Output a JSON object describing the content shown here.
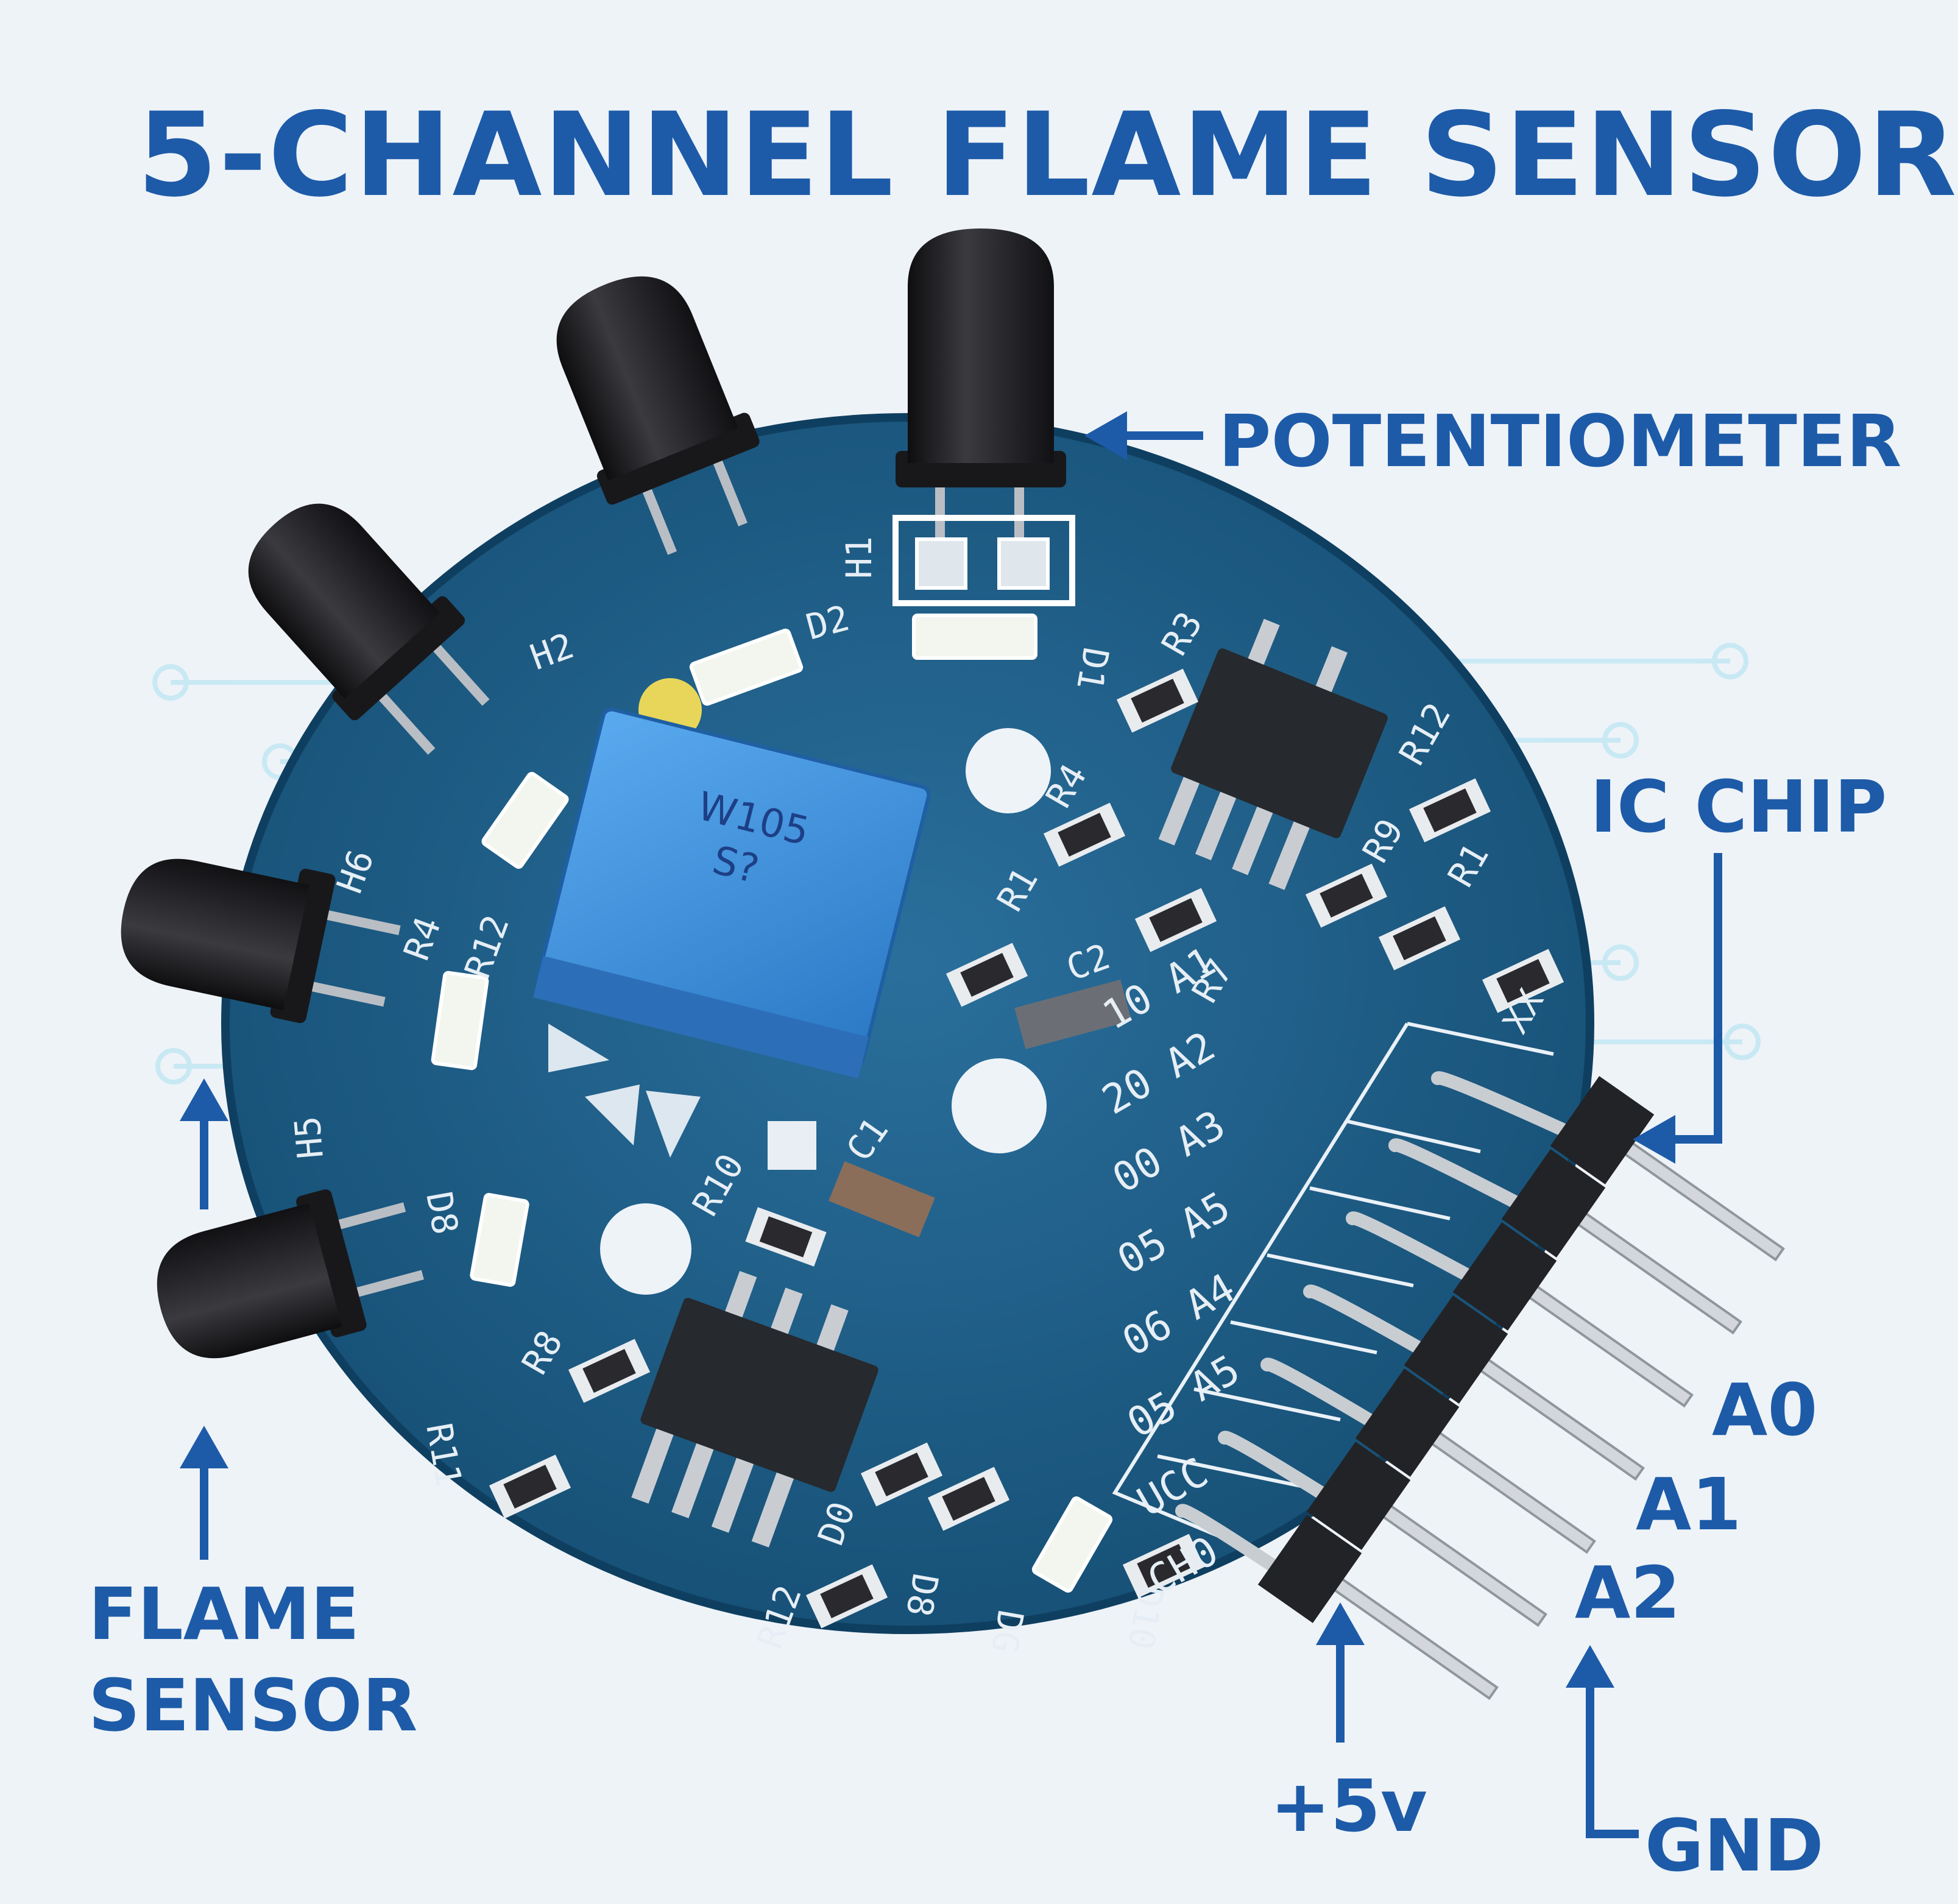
{
  "title": "5-CHANNEL FLAME SENSOR",
  "callouts": {
    "potentiometer": "POTENTIOMETER",
    "ic_chip": "IC CHIP",
    "flame_sensor_line1": "FLAME",
    "flame_sensor_line2": "SENSOR",
    "a0": "A0",
    "a1": "A1",
    "a2": "A2",
    "plus5v": "+5v",
    "gnd": "GND"
  },
  "potentiometer_marking": [
    "W105",
    "S?"
  ],
  "silkscreen": {
    "flame_labels": [
      "H1",
      "H2",
      "H6",
      "H5"
    ],
    "parts": [
      "D1",
      "D2",
      "R3",
      "R4",
      "R12",
      "R9",
      "R1",
      "R7",
      "R1",
      "R4",
      "R12",
      "R10",
      "C1",
      "R8",
      "D8",
      "C2",
      "R11",
      "R12",
      "D0",
      "D8",
      "DG",
      "D10",
      "XX"
    ],
    "pin_labels": [
      "10 A1",
      "20 A2",
      "00 A3",
      "05 A5",
      "06 A4",
      "05 A5",
      "UCC",
      "CH0"
    ]
  },
  "colors": {
    "label_blue": "#1d5ba8",
    "pcb_blue": "#1c5b87",
    "sensor_black": "#1f1f22",
    "pot_blue": "#3c8fd8",
    "background": "#eef3f8"
  }
}
